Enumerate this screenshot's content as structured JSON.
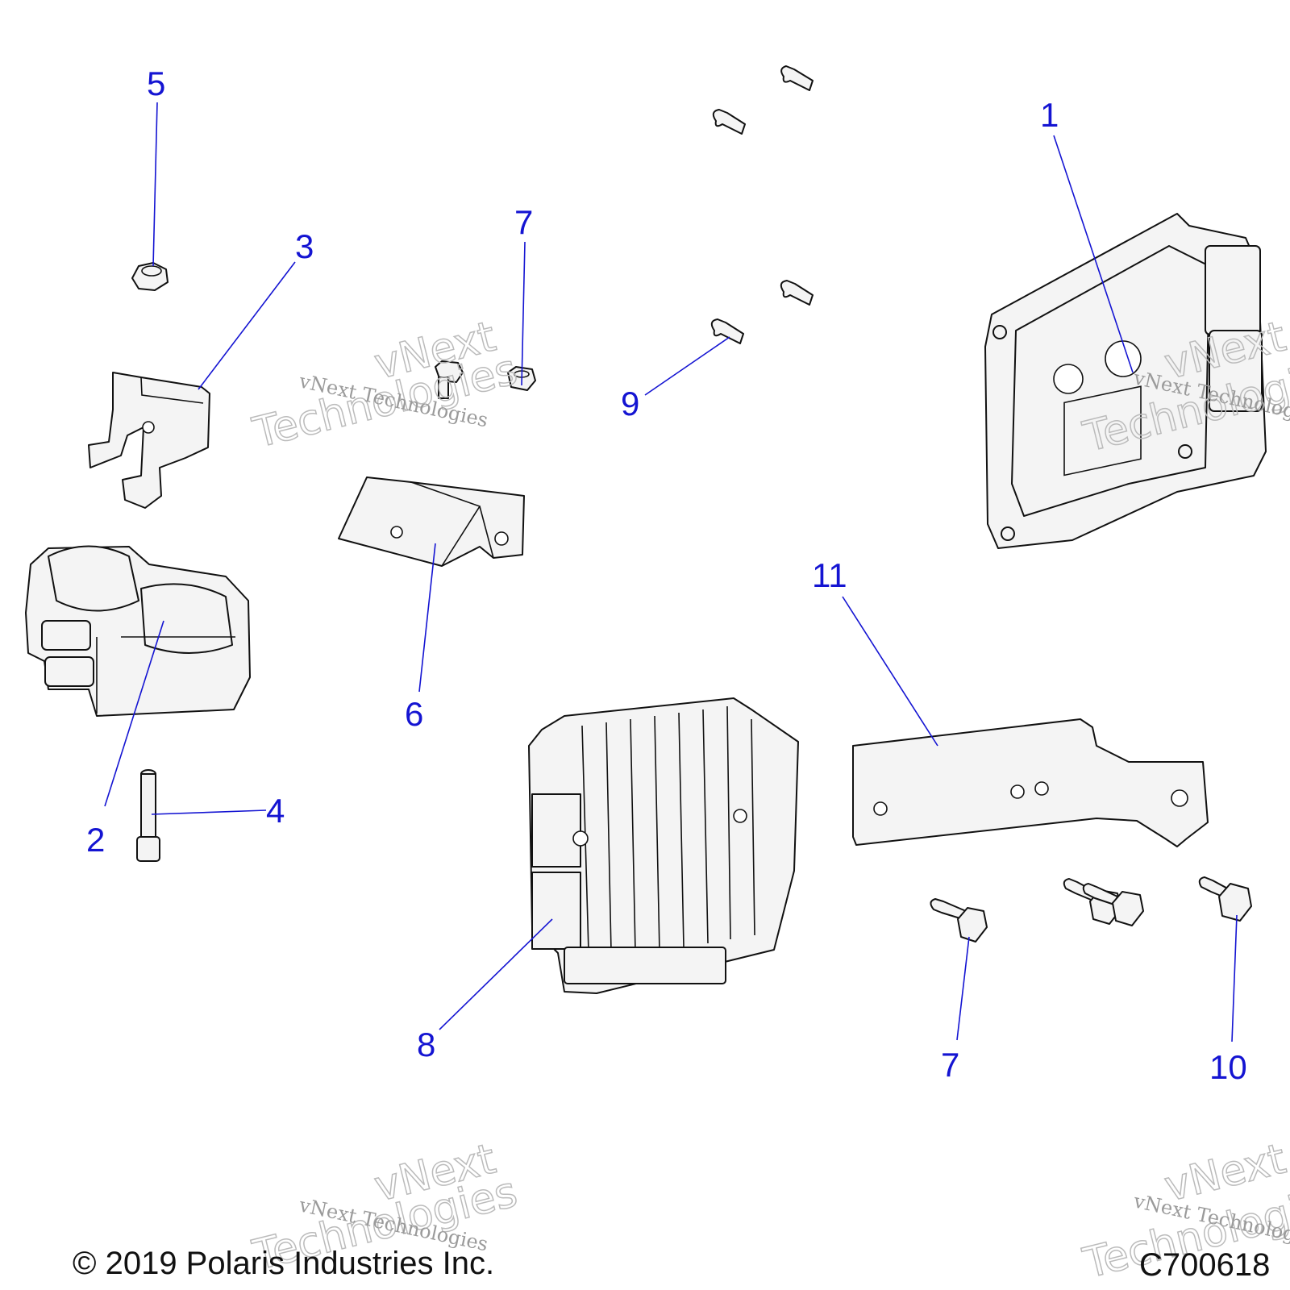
{
  "callouts": {
    "c1": "1",
    "c2": "2",
    "c3": "3",
    "c4": "4",
    "c5": "5",
    "c6": "6",
    "c7a": "7",
    "c7b": "7",
    "c8": "8",
    "c9": "9",
    "c10": "10",
    "c11": "11"
  },
  "watermark": {
    "small": "vNext Technologies",
    "large_1": "vNext",
    "large_2": "Technologies"
  },
  "footer": {
    "copyright": "© 2019 Polaris Industries Inc.",
    "figure_code": "C700618"
  },
  "colors": {
    "callout": "#1414d2",
    "linework": "#111111"
  }
}
